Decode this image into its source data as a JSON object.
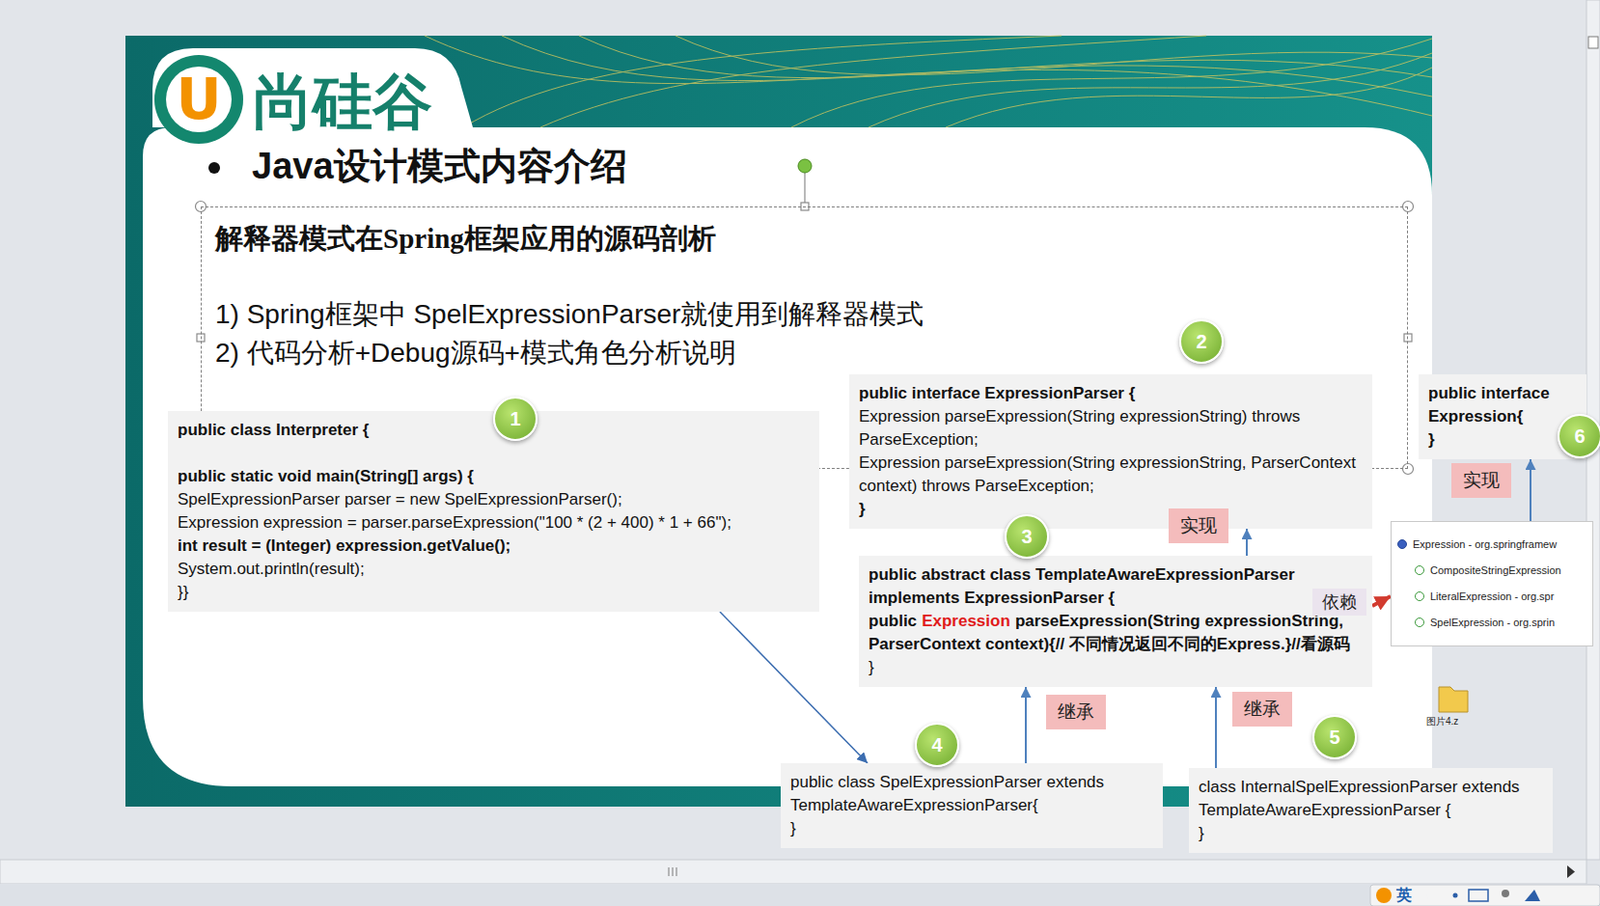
{
  "diagram": {
    "title": "Java设计模式内容介绍",
    "nodes": [
      {
        "text": [
          "解释器模式在Spring框架应用的源码剖析",
          "1) Spring框架中 SpelExpressionParser就使用到解释器模式",
          "2) 代码分析+Debug源码+模式角色分析说明"
        ]
      },
      {
        "text": [
          "public class Interpreter {",
          "public static void main(String[] args) {",
          "SpelExpressionParser parser = new SpelExpressionParser();",
          "Expression expression = parser.parseExpression(\"100 * (2 + 400) * 1 + 66\");",
          "int result = (Integer) expression.getValue();",
          "System.out.println(result);",
          "}}"
        ]
      },
      {
        "text": [
          "public interface ExpressionParser {",
          "Expression parseExpression(String expressionString) throws ParseException;",
          "Expression parseExpression(String expressionString, ParserContext context) throws ParseException;",
          "}"
        ]
      },
      {
        "text": [
          "public interface Expression{",
          "}"
        ]
      },
      {
        "text": [
          "public abstract class TemplateAwareExpressionParser implements ExpressionParser {",
          "public",
          "Expression",
          "parseExpression(String expressionString, ParserContext context){// 不同情况返回不同的Express.}//看源码",
          "}"
        ]
      },
      {
        "text": [
          "Expression - org.springframew",
          "CompositeStringExpression",
          "LiteralExpression - org.spr",
          "SpelExpression - org.sprin"
        ]
      },
      {
        "text": [
          "public class SpelExpressionParser extends TemplateAwareExpressionParser{",
          "}"
        ]
      },
      {
        "text": [
          "class InternalSpelExpressionParser extends TemplateAwareExpressionParser {",
          "}"
        ]
      }
    ],
    "edges": [
      {
        "from": 4,
        "to": 2,
        "label": "实现",
        "arrow": "to"
      },
      {
        "from": 5,
        "to": 3,
        "label": "实现",
        "arrow": "to"
      },
      {
        "from": 4,
        "to": 5,
        "label": "依赖",
        "arrow": "to"
      },
      {
        "from": 6,
        "to": 4,
        "label": "继承",
        "arrow": "to"
      },
      {
        "from": 7,
        "to": 4,
        "label": "继承",
        "arrow": "to"
      },
      {
        "from": 1,
        "to": 6,
        "arrow": "to"
      }
    ],
    "labels": [
      "U",
      "尚硅谷",
      "1",
      "2",
      "3",
      "4",
      "5",
      "6",
      "图片4.z",
      "英"
    ]
  }
}
